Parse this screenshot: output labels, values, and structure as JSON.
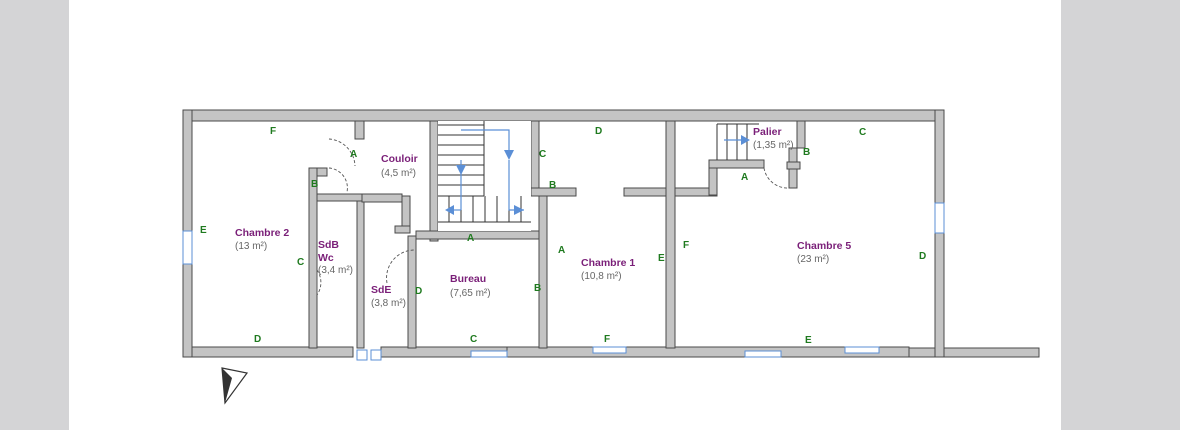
{
  "rooms": [
    {
      "name": "Couloir",
      "area": "(4,5 m²)"
    },
    {
      "name": "Chambre 2",
      "area": "(13 m²)"
    },
    {
      "name": "SdB",
      "name2": "Wc",
      "area": "(3,4 m²)"
    },
    {
      "name": "SdE",
      "area": "(3,8 m²)"
    },
    {
      "name": "Bureau",
      "area": "(7,65 m²)"
    },
    {
      "name": "Chambre 1",
      "area": "(10,8 m²)"
    },
    {
      "name": "Palier",
      "area": "(1,35 m²)"
    },
    {
      "name": "Chambre 5",
      "area": "(23 m²)"
    }
  ],
  "walls": {
    "F": "F",
    "E": "E",
    "D": "D",
    "C": "C",
    "B": "B",
    "A": "A"
  },
  "colors": {
    "room_name": "#7a1f78",
    "area": "#666666",
    "wall_label": "#1f7a1f",
    "arrow": "#5b8fd6",
    "background": "#d4d4d6"
  }
}
